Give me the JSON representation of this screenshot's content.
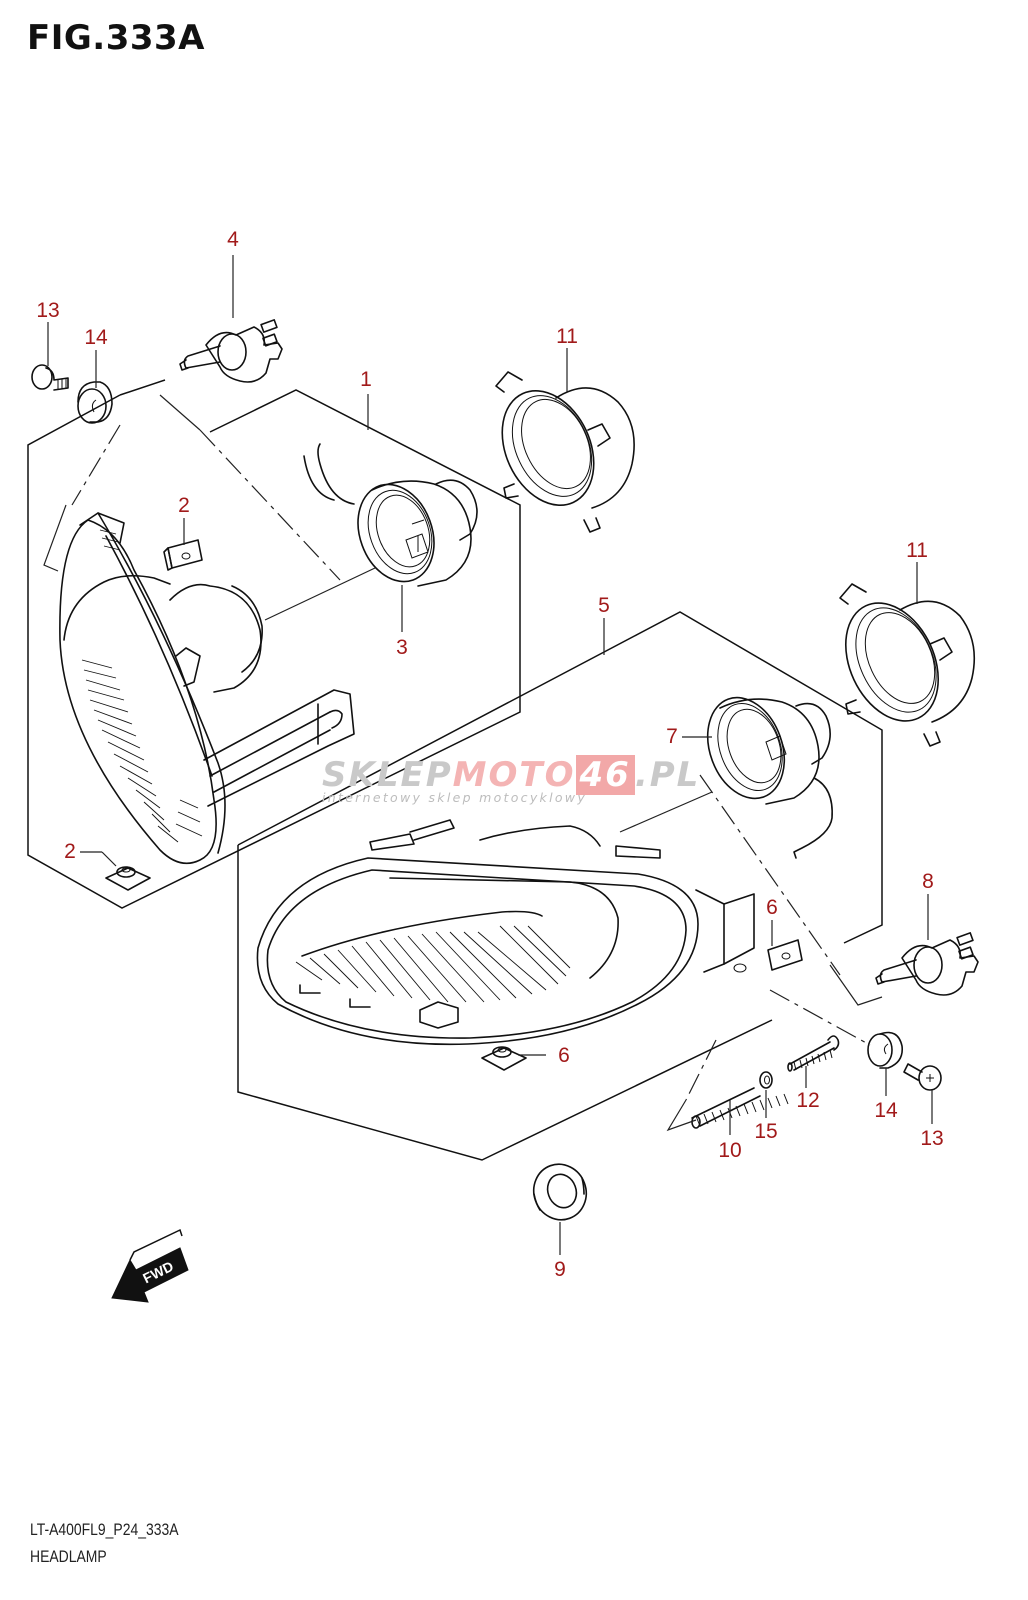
{
  "figure": {
    "title": "FIG.333A",
    "model_code": "LT-A400FL9_P24_333A",
    "section_name": "HEADLAMP"
  },
  "watermark": {
    "brand_part1": "SKLEP",
    "brand_part2": "MOTO",
    "brand_part3": "46",
    "brand_part4": ".PL",
    "tagline": "internetowy sklep motocyklowy"
  },
  "direction_marker": {
    "label": "FWD",
    "icon": "forward-arrow-icon"
  },
  "colors": {
    "callout": "#a11a1a",
    "line": "#111111",
    "watermark_accent": "#f2a8a8"
  },
  "callouts": [
    {
      "id": "1",
      "label": "1",
      "part": "headlamp-assembly-left"
    },
    {
      "id": "2a",
      "label": "2",
      "part": "clip-nut"
    },
    {
      "id": "2b",
      "label": "2",
      "part": "clip-nut"
    },
    {
      "id": "3",
      "label": "3",
      "part": "bulb-socket-left"
    },
    {
      "id": "4",
      "label": "4",
      "part": "bulb-left"
    },
    {
      "id": "5",
      "label": "5",
      "part": "headlamp-assembly-right"
    },
    {
      "id": "6a",
      "label": "6",
      "part": "clip-nut"
    },
    {
      "id": "6b",
      "label": "6",
      "part": "clip-nut"
    },
    {
      "id": "7",
      "label": "7",
      "part": "bulb-socket-right"
    },
    {
      "id": "8",
      "label": "8",
      "part": "bulb-right"
    },
    {
      "id": "9",
      "label": "9",
      "part": "grommet"
    },
    {
      "id": "10",
      "label": "10",
      "part": "spring"
    },
    {
      "id": "11a",
      "label": "11",
      "part": "retaining-ring-left"
    },
    {
      "id": "11b",
      "label": "11",
      "part": "retaining-ring-right"
    },
    {
      "id": "12",
      "label": "12",
      "part": "adjusting-screw"
    },
    {
      "id": "13a",
      "label": "13",
      "part": "screw-left"
    },
    {
      "id": "13b",
      "label": "13",
      "part": "screw-right"
    },
    {
      "id": "14a",
      "label": "14",
      "part": "cushion-left"
    },
    {
      "id": "14b",
      "label": "14",
      "part": "cushion-right"
    },
    {
      "id": "15",
      "label": "15",
      "part": "washer"
    }
  ]
}
